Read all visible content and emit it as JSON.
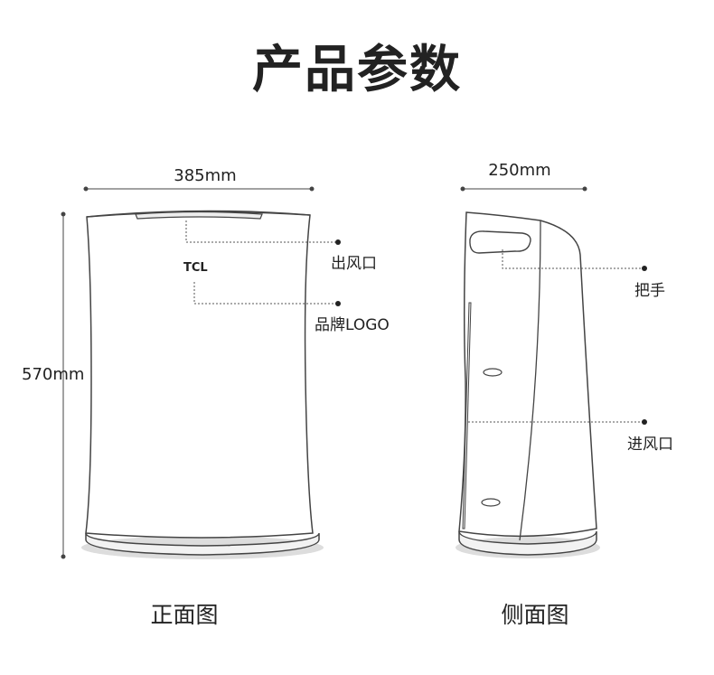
{
  "title": "产品参数",
  "front_view": {
    "width_label": "385mm",
    "height_label": "570mm",
    "logo_text": "TCL",
    "callouts": {
      "outlet": "出风口",
      "logo": "品牌LOGO"
    },
    "caption": "正面图"
  },
  "side_view": {
    "depth_label": "250mm",
    "callouts": {
      "handle": "把手",
      "inlet": "进风口"
    },
    "caption": "侧面图"
  },
  "colors": {
    "line": "#444444",
    "dashed": "#555555",
    "base_shadow": "#dddddd",
    "text": "#222222"
  }
}
